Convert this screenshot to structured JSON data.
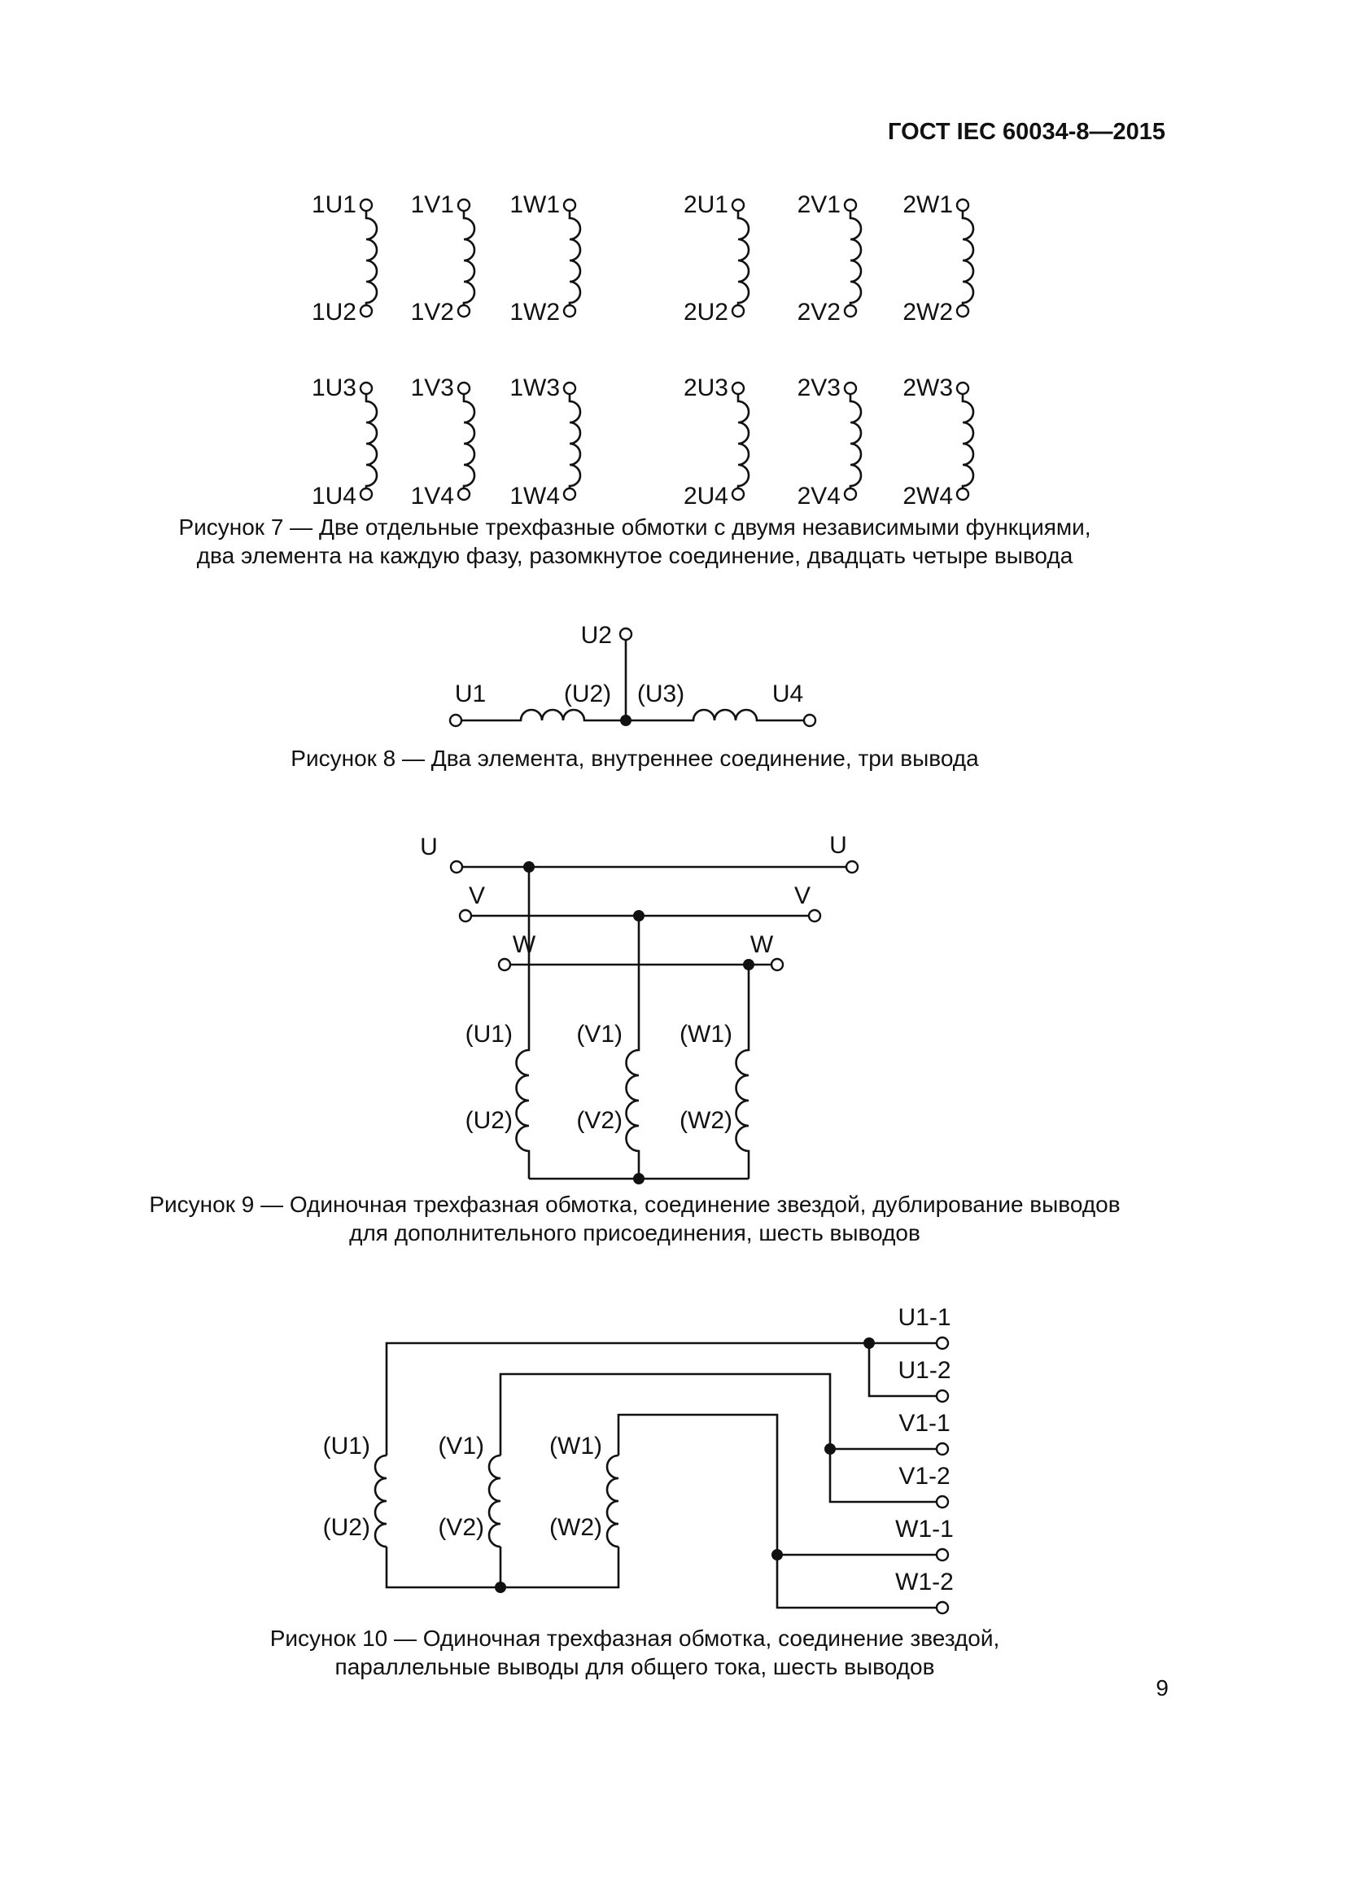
{
  "header": {
    "title": "ГОСТ IEC 60034-8—2015"
  },
  "figure7": {
    "row1": [
      {
        "top": "1U1",
        "bottom": "1U2"
      },
      {
        "top": "1V1",
        "bottom": "1V2"
      },
      {
        "top": "1W1",
        "bottom": "1W2"
      },
      {
        "top": "2U1",
        "bottom": "2U2"
      },
      {
        "top": "2V1",
        "bottom": "2V2"
      },
      {
        "top": "2W1",
        "bottom": "2W2"
      }
    ],
    "row2": [
      {
        "top": "1U3",
        "bottom": "1U4"
      },
      {
        "top": "1V3",
        "bottom": "1V4"
      },
      {
        "top": "1W3",
        "bottom": "1W4"
      },
      {
        "top": "2U3",
        "bottom": "2U4"
      },
      {
        "top": "2V3",
        "bottom": "2V4"
      },
      {
        "top": "2W3",
        "bottom": "2W4"
      }
    ],
    "caption_line1": "Рисунок 7 — Две отдельные трехфазные обмотки с двумя независимыми функциями,",
    "caption_line2": "два элемента на каждую фазу, разомкнутое соединение, двадцать четыре вывода"
  },
  "figure8": {
    "top_terminal": "U2",
    "labels": [
      "U1",
      "(U2)",
      "(U3)",
      "U4"
    ],
    "caption": "Рисунок 8 — Два элемента, внутреннее соединение, три вывода"
  },
  "figure9": {
    "left_terminals": [
      "U",
      "V",
      "W"
    ],
    "right_terminals": [
      "U",
      "V",
      "W"
    ],
    "coil_labels_top": [
      "(U1)",
      "(V1)",
      "(W1)"
    ],
    "coil_labels_bottom": [
      "(U2)",
      "(V2)",
      "(W2)"
    ],
    "caption_line1": "Рисунок 9 — Одиночная трехфазная обмотка, соединение звездой, дублирование выводов",
    "caption_line2": "для дополнительного присоединения, шесть выводов"
  },
  "figure10": {
    "coil_labels_top": [
      "(U1)",
      "(V1)",
      "(W1)"
    ],
    "coil_labels_bottom": [
      "(U2)",
      "(V2)",
      "(W2)"
    ],
    "terminals": [
      "U1-1",
      "U1-2",
      "V1-1",
      "V1-2",
      "W1-1",
      "W1-2"
    ],
    "caption_line1": "Рисунок 10 — Одиночная трехфазная обмотка, соединение звездой,",
    "caption_line2": "параллельные выводы для общего тока, шесть выводов"
  },
  "page_number": "9"
}
